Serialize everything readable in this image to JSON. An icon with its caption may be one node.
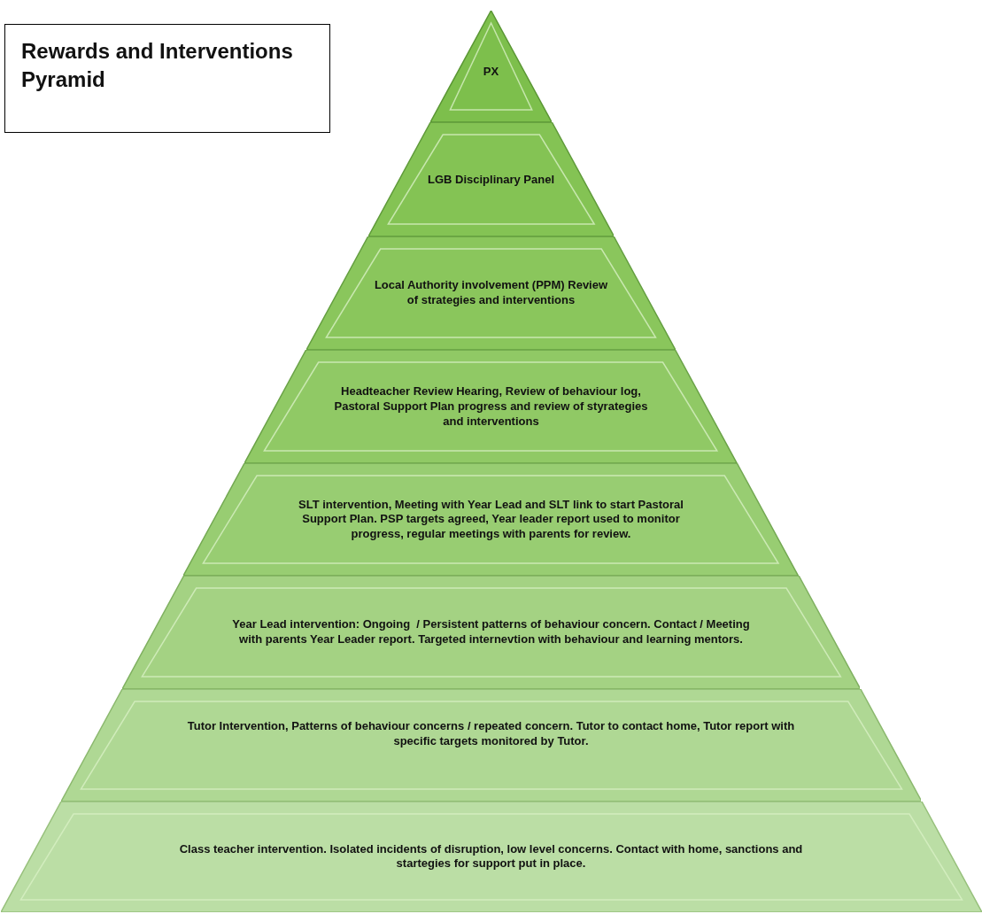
{
  "diagram": {
    "title": "Rewards and Interventions Pyramid",
    "nodes": [
      {
        "text": [
          "PX"
        ]
      },
      {
        "text": [
          "LGB Disciplinary Panel"
        ]
      },
      {
        "text": [
          "Local Authority involvement (PPM) Review of strategies and interventions"
        ]
      },
      {
        "text": [
          "Headteacher Review Hearing, Review of behaviour log, Pastoral Support Plan progress and review of styrategies and interventions"
        ]
      },
      {
        "text": [
          "SLT intervention, Meeting with Year Lead and SLT link to start Pastoral Support Plan. PSP targets agreed, Year leader report used to monitor progress, regular meetings with parents for review."
        ]
      },
      {
        "text": [
          "Year Lead intervention: Ongoing  / Persistent patterns of behaviour concern. Contact / Meeting with parents Year Leader report. Targeted internevtion with behaviour and learning mentors."
        ]
      },
      {
        "text": [
          "Tutor Intervention, Patterns of behaviour concerns / repeated concern. Tutor to contact home, Tutor report with specific targets monitored by Tutor."
        ]
      },
      {
        "text": [
          "Class teacher intervention. Isolated incidents of disruption, low level concerns. Contact with home, sanctions and startegies for support put in place."
        ]
      }
    ]
  }
}
